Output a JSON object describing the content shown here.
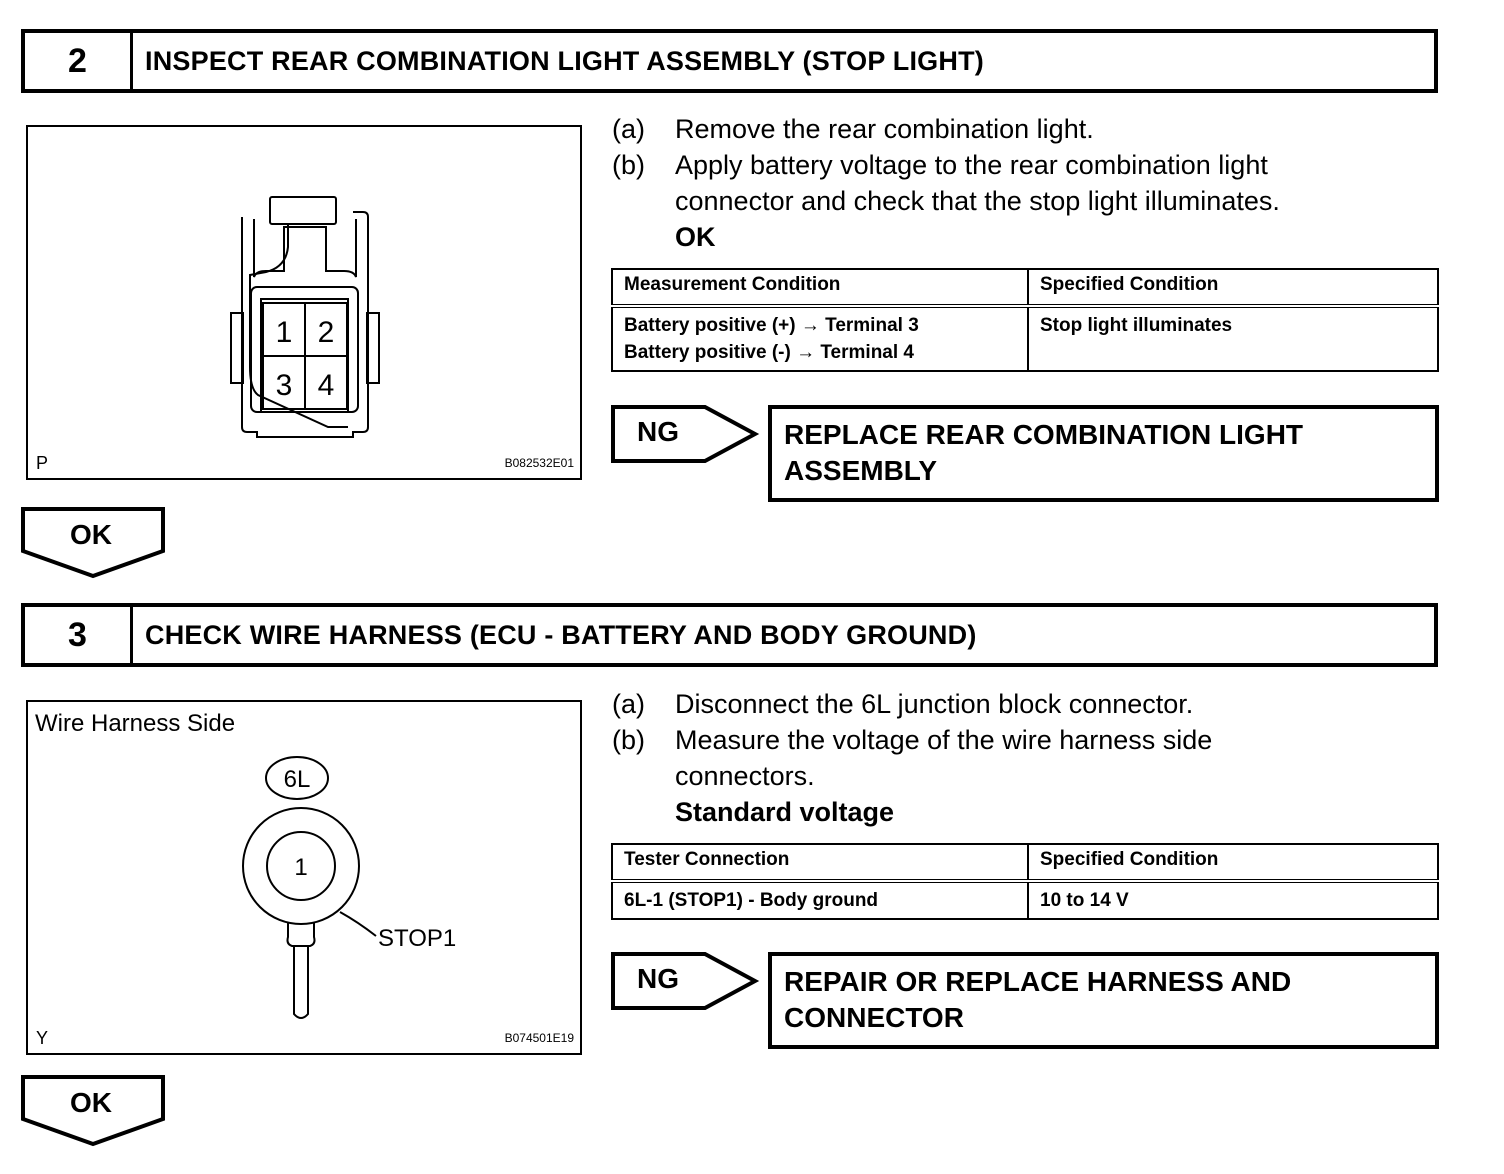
{
  "step2": {
    "number": "2",
    "title": "INSPECT REAR COMBINATION LIGHT ASSEMBLY (STOP LIGHT)",
    "figure": {
      "terminals": [
        "1",
        "2",
        "3",
        "4"
      ],
      "letter": "P",
      "code": "B082532E01"
    },
    "instructions": [
      {
        "label": "(a)",
        "text": "Remove the rear combination light."
      },
      {
        "label": "(b)",
        "text": "Apply battery voltage to the rear combination light connector and check that the stop light illuminates."
      }
    ],
    "result": "OK",
    "table": {
      "headers": [
        "Measurement Condition",
        "Specified Condition"
      ],
      "rows": [
        {
          "condition_line1": "Battery positive (+) → Terminal 3",
          "condition_line2": "Battery positive (-) → Terminal 4",
          "specified": "Stop light illuminates"
        }
      ]
    },
    "ng": {
      "label": "NG",
      "action_line1": "REPLACE REAR COMBINATION LIGHT",
      "action_line2": "ASSEMBLY"
    },
    "ok_label": "OK"
  },
  "step3": {
    "number": "3",
    "title": "CHECK WIRE HARNESS (ECU - BATTERY AND BODY GROUND)",
    "figure": {
      "caption": "Wire Harness Side",
      "connector_tag": "6L",
      "terminal": "1",
      "wire_label": "STOP1",
      "letter": "Y",
      "code": "B074501E19"
    },
    "instructions": [
      {
        "label": "(a)",
        "text": "Disconnect the 6L junction block connector."
      },
      {
        "label": "(b)",
        "text": "Measure the voltage of the wire harness side connectors."
      }
    ],
    "result": "Standard voltage",
    "table": {
      "headers": [
        "Tester Connection",
        "Specified Condition"
      ],
      "rows": [
        {
          "connection": "6L-1 (STOP1) - Body ground",
          "specified": "10 to 14 V"
        }
      ]
    },
    "ng": {
      "label": "NG",
      "action_line1": "REPAIR OR REPLACE HARNESS AND",
      "action_line2": "CONNECTOR"
    },
    "ok_label": "OK"
  }
}
